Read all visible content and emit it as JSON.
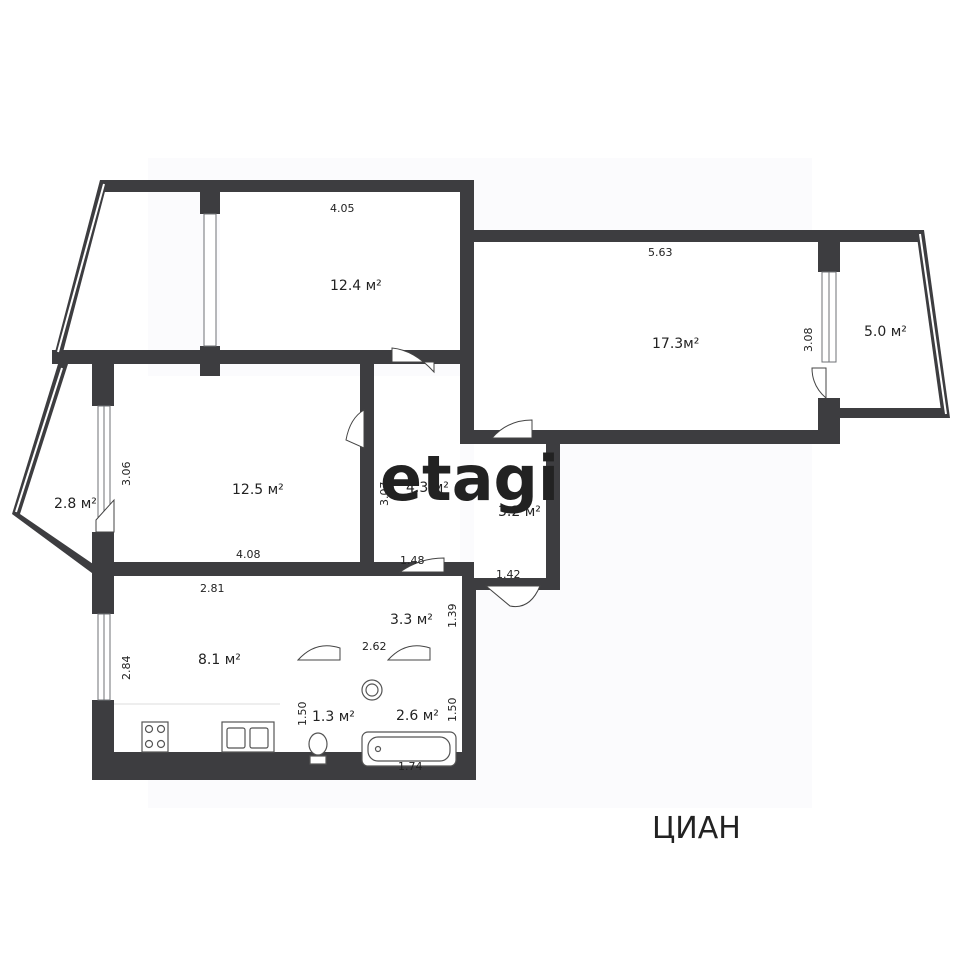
{
  "plan": {
    "rooms": [
      {
        "id": "room-top",
        "area": "12.4 м²",
        "width_label": "4.05"
      },
      {
        "id": "living",
        "area": "17.3м²",
        "width_label": "5.63",
        "height_label": "3.08"
      },
      {
        "id": "balcony-right",
        "area": "5.0 м²"
      },
      {
        "id": "balcony-left",
        "area": "2.8 м²"
      },
      {
        "id": "bedroom",
        "area": "12.5 м²",
        "height_label": "3.06",
        "width_label": "4.08"
      },
      {
        "id": "hall",
        "area": "4.3 м²",
        "height_label": "3.07",
        "width_label": "1.48"
      },
      {
        "id": "corridor",
        "area": "3.2 м²",
        "width_label": "1.42"
      },
      {
        "id": "kitchen",
        "area": "8.1 м²",
        "height_label": "2.84",
        "width_label": "2.81"
      },
      {
        "id": "entry",
        "area": "3.3 м²",
        "height_label": "1.39",
        "width_label": "2.62"
      },
      {
        "id": "toilet",
        "area": "1.3 м²",
        "height_label": "1.50"
      },
      {
        "id": "bathroom",
        "area": "2.6 м²",
        "height_label": "1.50",
        "width_label": "1.74"
      }
    ]
  },
  "watermark": {
    "brand": "etagi",
    "source": "ЦИАН"
  },
  "colors": {
    "wall": "#3d3d40",
    "background": "#fbfbfd",
    "watermark": "#e6e6ea"
  }
}
